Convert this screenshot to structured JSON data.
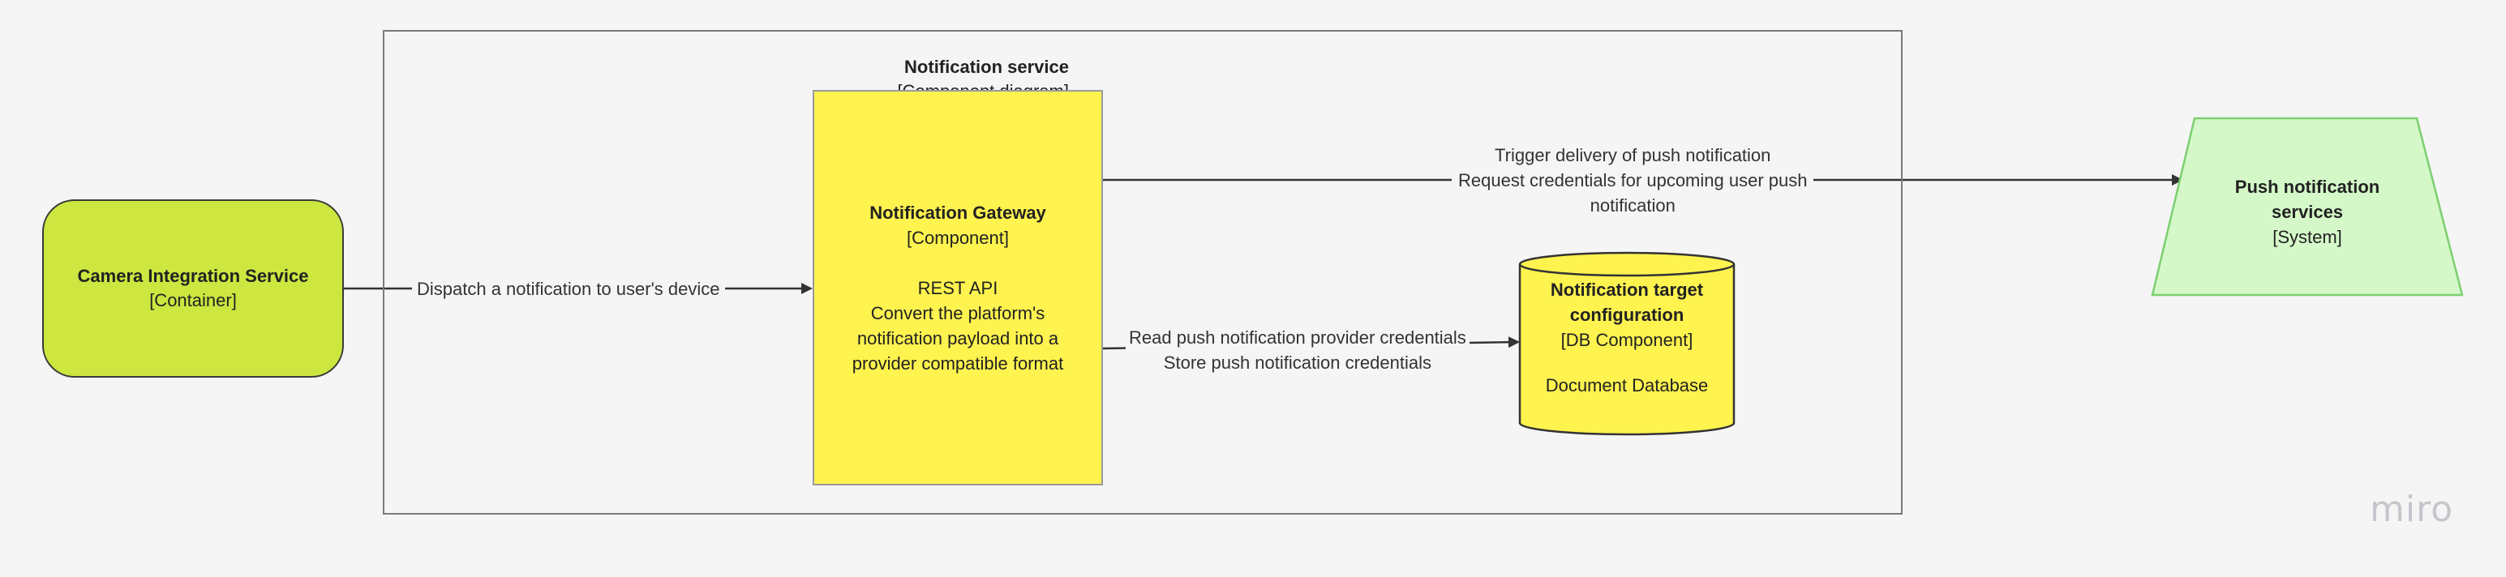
{
  "boundary": {
    "title": "Notification service",
    "subtitle": "[Component diagram]"
  },
  "camera": {
    "name": "Camera Integration Service",
    "type": "[Container]"
  },
  "gateway": {
    "name": "Notification Gateway",
    "type": "[Component]",
    "tech": "REST API",
    "description": "Convert the platform's notification payload into a provider compatible format"
  },
  "db": {
    "name": "Notification target configuration",
    "type": "[DB Component]",
    "tech": "Document Database"
  },
  "push": {
    "name": "Push notification services",
    "type": "[System]"
  },
  "edges": {
    "camera_to_gateway": "Dispatch a notification to user's device",
    "gateway_to_push_line1": "Trigger delivery of push notification",
    "gateway_to_push_line2": "Request credentials for upcoming user push",
    "gateway_to_push_line3": "notification",
    "gateway_to_db_line1": "Read push notification provider credentials",
    "gateway_to_db_line2": "Store push notification credentials"
  },
  "colors": {
    "container": "#cde640",
    "component": "#fff34f",
    "system": "#d4f8c8",
    "background": "#f5f5f5"
  },
  "watermark": "miro"
}
